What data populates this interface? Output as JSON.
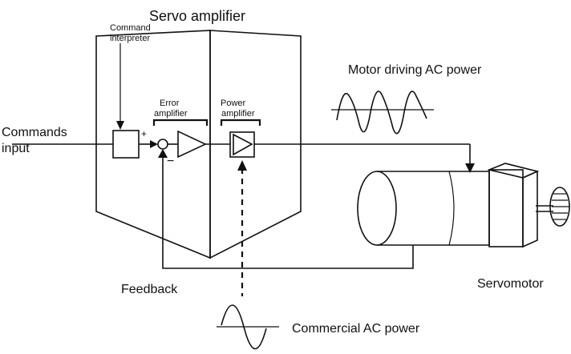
{
  "labels": {
    "servo_amplifier": "Servo amplifier",
    "command_interpreter_line1": "Command",
    "command_interpreter_line2": "interpreter",
    "error_amplifier_line1": "Error",
    "error_amplifier_line2": "amplifier",
    "power_amplifier_line1": "Power",
    "power_amplifier_line2": "amplifier",
    "commands_input_line1": "Commands",
    "commands_input_line2": "input",
    "motor_driving_ac_power": "Motor driving AC power",
    "feedback": "Feedback",
    "servomotor": "Servomotor",
    "commercial_ac_power": "Commercial AC power",
    "plus_sign": "+",
    "minus_sign": "−"
  }
}
